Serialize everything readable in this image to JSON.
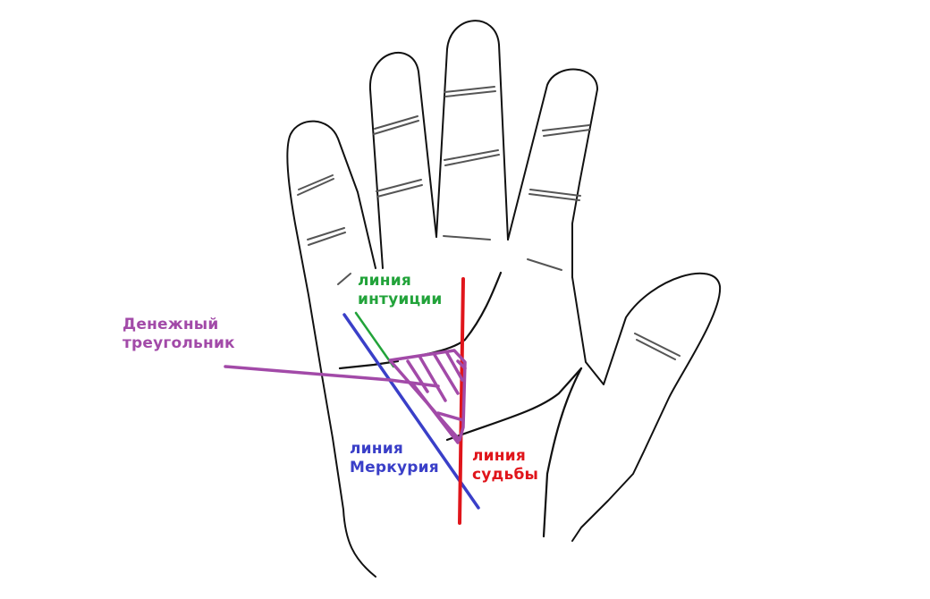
{
  "labels": {
    "money_triangle": [
      "Денежный",
      "треугольник"
    ],
    "intuition_line": [
      "линия",
      "интуиции"
    ],
    "mercury_line": [
      "линия",
      "Меркурия"
    ],
    "fate_line": [
      "линия",
      "судьбы"
    ]
  },
  "colors": {
    "outline": "#111111",
    "money_triangle": "#a24aa8",
    "intuition_line": "#22a33a",
    "mercury_line": "#3a3fc8",
    "fate_line": "#e0151b"
  }
}
